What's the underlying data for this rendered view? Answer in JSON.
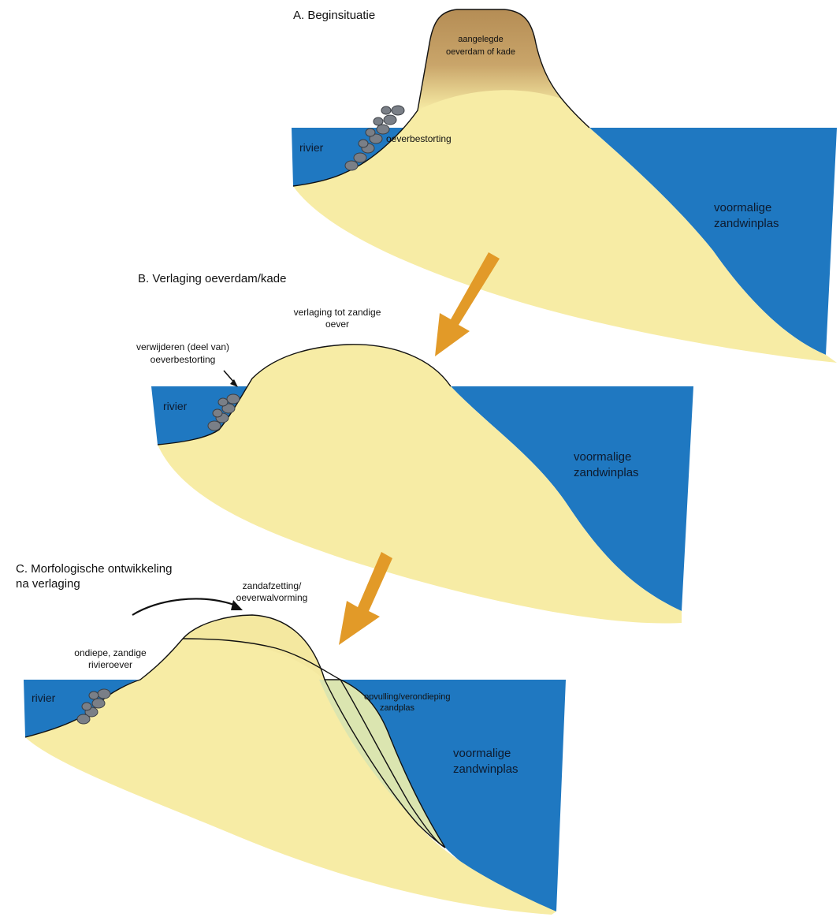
{
  "panel_a": {
    "title": "A. Beginsituatie",
    "kade_label_1": "aangelegde",
    "kade_label_2": "oeverdam of kade",
    "revetment_label": "oeverbestorting",
    "river_label": "rivier",
    "lake_label_1": "voormalige",
    "lake_label_2": "zandwinplas"
  },
  "panel_b": {
    "title": "B. Verlaging oeverdam/kade",
    "lowering_label_1": "verlaging tot zandige",
    "lowering_label_2": "oever",
    "remove_label_1": "verwijderen (deel van)",
    "remove_label_2": "oeverbestorting",
    "river_label": "rivier",
    "lake_label_1": "voormalige",
    "lake_label_2": "zandwinplas"
  },
  "panel_c": {
    "title_1": "C. Morfologische ontwikkeling",
    "title_2": "na verlaging",
    "deposit_label_1": "zandafzetting/",
    "deposit_label_2": "oeverwalvorming",
    "shallow_label_1": "ondiepe, zandige",
    "shallow_label_2": "rivieroever",
    "fill_label_1": "opvulling/verondieping",
    "fill_label_2": "zandplas",
    "river_label": "rivier",
    "lake_label_1": "voormalige",
    "lake_label_2": "zandwinplas"
  },
  "colors": {
    "sand": "#f7eca5",
    "water": "#1f78c1",
    "kade": "#b8935a",
    "fill_zone": "#dbe5b0",
    "rock": "#7a7f87",
    "arrow": "#e29a28"
  }
}
